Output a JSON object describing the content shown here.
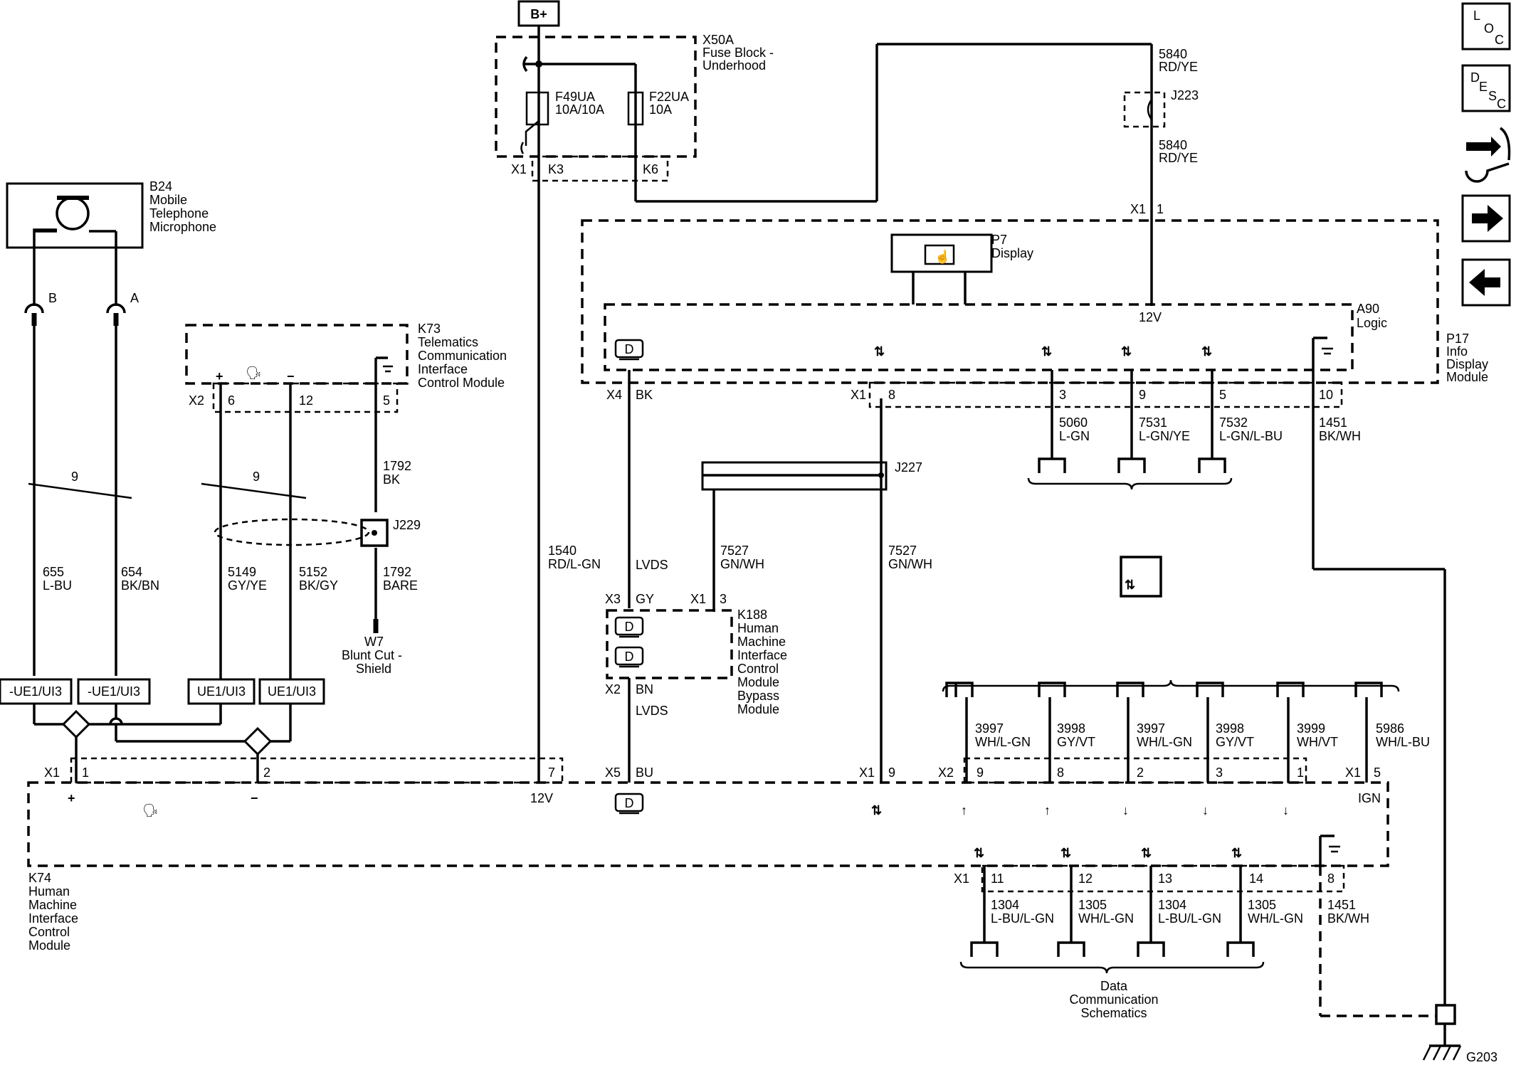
{
  "colors": {
    "ink": "#000000",
    "paper": "#ffffff"
  },
  "power": {
    "bplus": "B+"
  },
  "fuse_block": {
    "name_l1": "X50A",
    "name_l2": "Fuse Block -",
    "name_l3": "Underhood",
    "fuse1_l1": "F49UA",
    "fuse1_l2": "10A/10A",
    "fuse2_l1": "F22UA",
    "fuse2_l2": "10A",
    "conn": "X1",
    "pin1": "K3",
    "pin2": "K6"
  },
  "j223": {
    "wire_num_top": "5840",
    "wire_color_top": "RD/YE",
    "name": "J223",
    "wire_num_bot": "5840",
    "wire_color_bot": "RD/YE",
    "conn": "X1",
    "pin": "1"
  },
  "p17": {
    "l1": "P17",
    "l2": "Info",
    "l3": "Display",
    "l4": "Module"
  },
  "p7": {
    "l1": "P7",
    "l2": "Display"
  },
  "a90": {
    "l1": "A90",
    "l2": "Logic",
    "v12": "12V"
  },
  "b24": {
    "l1": "B24",
    "l2": "Mobile",
    "l3": "Telephone",
    "l4": "Microphone",
    "pin_b": "B",
    "pin_a": "A"
  },
  "k73": {
    "l1": "K73",
    "l2": "Telematics",
    "l3": "Communication",
    "l4": "Interface",
    "l5": "Control Module",
    "conn": "X2",
    "pin6": "6",
    "pin12": "12",
    "pin5": "5",
    "plus": "+",
    "minus": "−"
  },
  "p17_pins": {
    "x4": "X4",
    "bk": "BK",
    "x1": "X1",
    "p8": "8",
    "p3": "3",
    "p9": "9",
    "p5": "5",
    "p10": "10"
  },
  "p17_wires": [
    {
      "num": "5060",
      "color": "L-GN"
    },
    {
      "num": "7531",
      "color": "L-GN/YE"
    },
    {
      "num": "7532",
      "color": "L-GN/L-BU"
    },
    {
      "num": "1451",
      "color": "BK/WH"
    }
  ],
  "twist": {
    "left": "9",
    "right": "9"
  },
  "j229": {
    "wire_num_top": "1792",
    "wire_color_top": "BK",
    "name": "J229",
    "wire_num_bot": "1792",
    "wire_color_bot": "BARE"
  },
  "w7": {
    "l1": "W7",
    "l2": "Blunt Cut -",
    "l3": "Shield"
  },
  "mic_wires": [
    {
      "num": "655",
      "color": "L-BU"
    },
    {
      "num": "654",
      "color": "BK/BN"
    },
    {
      "num": "5149",
      "color": "GY/YE"
    },
    {
      "num": "5152",
      "color": "BK/GY"
    }
  ],
  "option_boxes": [
    "-UE1/UI3",
    "-UE1/UI3",
    "UE1/UI3",
    "UE1/UI3"
  ],
  "wire_1540": {
    "num": "1540",
    "color": "RD/L-GN"
  },
  "lvds1": "LVDS",
  "lvds2": "LVDS",
  "wire_7527a": {
    "num": "7527",
    "color": "GN/WH"
  },
  "wire_7527b": {
    "num": "7527",
    "color": "GN/WH"
  },
  "j227": {
    "name": "J227"
  },
  "k188": {
    "l1": "K188",
    "l2": "Human",
    "l3": "Machine",
    "l4": "Interface",
    "l5": "Control",
    "l6": "Module",
    "l7": "Bypass",
    "l8": "Module",
    "x3": "X3",
    "gy": "GY",
    "x1": "X1",
    "p3": "3",
    "x2": "X2",
    "bn": "BN"
  },
  "k74": {
    "l1": "K74",
    "l2": "Human",
    "l3": "Machine",
    "l4": "Interface",
    "l5": "Control",
    "l6": "Module",
    "x1": "X1",
    "p1": "1",
    "p2": "2",
    "p7": "7",
    "x5": "X5",
    "bu": "BU",
    "x1b": "X1",
    "p9": "9",
    "x2": "X2",
    "x1c": "X1",
    "p5": "5",
    "plus": "+",
    "minus": "−",
    "v12": "12V",
    "ign": "IGN"
  },
  "k74_x2_pins": [
    "9",
    "8",
    "2",
    "3",
    "1"
  ],
  "k74_top_wires": [
    {
      "num": "3997",
      "color": "WH/L-GN"
    },
    {
      "num": "3998",
      "color": "GY/VT"
    },
    {
      "num": "3997",
      "color": "WH/L-GN"
    },
    {
      "num": "3998",
      "color": "GY/VT"
    },
    {
      "num": "3999",
      "color": "WH/VT"
    },
    {
      "num": "5986",
      "color": "WH/L-BU"
    }
  ],
  "k74_bottom": {
    "conn": "X1",
    "pins": [
      "11",
      "12",
      "13",
      "14",
      "8"
    ]
  },
  "k74_bottom_wires": [
    {
      "num": "1304",
      "color": "L-BU/L-GN"
    },
    {
      "num": "1305",
      "color": "WH/L-GN"
    },
    {
      "num": "1304",
      "color": "L-BU/L-GN"
    },
    {
      "num": "1305",
      "color": "WH/L-GN"
    },
    {
      "num": "1451",
      "color": "BK/WH"
    }
  ],
  "data_comm": {
    "l1": "Data",
    "l2": "Communication",
    "l3": "Schematics"
  },
  "ground": {
    "name": "G203"
  },
  "d_symbol": "D",
  "nav": {
    "loc_l": "L",
    "loc_o": "O",
    "loc_c": "C",
    "desc_d": "D",
    "desc_e": "E",
    "desc_s": "S",
    "desc_c": "C"
  }
}
